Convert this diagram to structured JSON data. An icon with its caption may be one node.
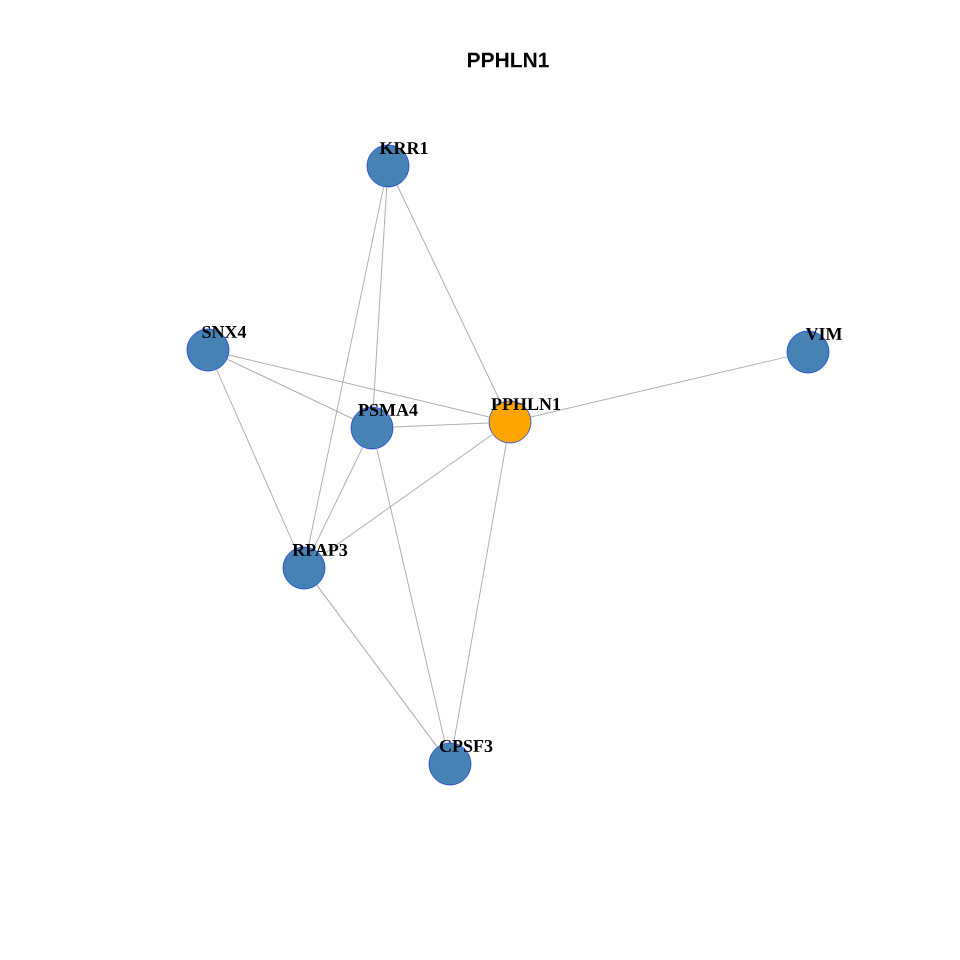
{
  "diagram": {
    "title": "PPHLN1",
    "nodes": [
      {
        "text": [
          "KRR1"
        ]
      },
      {
        "text": [
          "SNX4"
        ]
      },
      {
        "text": [
          "PSMA4"
        ]
      },
      {
        "text": [
          "PPHLN1"
        ]
      },
      {
        "text": [
          "VIM"
        ]
      },
      {
        "text": [
          "RPAP3"
        ]
      },
      {
        "text": [
          "CPSF3"
        ]
      }
    ],
    "edges": [
      {
        "from": 0,
        "to": 3,
        "arrow": "none"
      },
      {
        "from": 0,
        "to": 2,
        "arrow": "none"
      },
      {
        "from": 0,
        "to": 5,
        "arrow": "none"
      },
      {
        "from": 1,
        "to": 2,
        "arrow": "none"
      },
      {
        "from": 1,
        "to": 3,
        "arrow": "none"
      },
      {
        "from": 1,
        "to": 5,
        "arrow": "none"
      },
      {
        "from": 2,
        "to": 3,
        "arrow": "none"
      },
      {
        "from": 2,
        "to": 5,
        "arrow": "none"
      },
      {
        "from": 2,
        "to": 6,
        "arrow": "none"
      },
      {
        "from": 3,
        "to": 4,
        "arrow": "none"
      },
      {
        "from": 3,
        "to": 5,
        "arrow": "none"
      },
      {
        "from": 3,
        "to": 6,
        "arrow": "none"
      },
      {
        "from": 5,
        "to": 6,
        "arrow": "none"
      }
    ]
  }
}
